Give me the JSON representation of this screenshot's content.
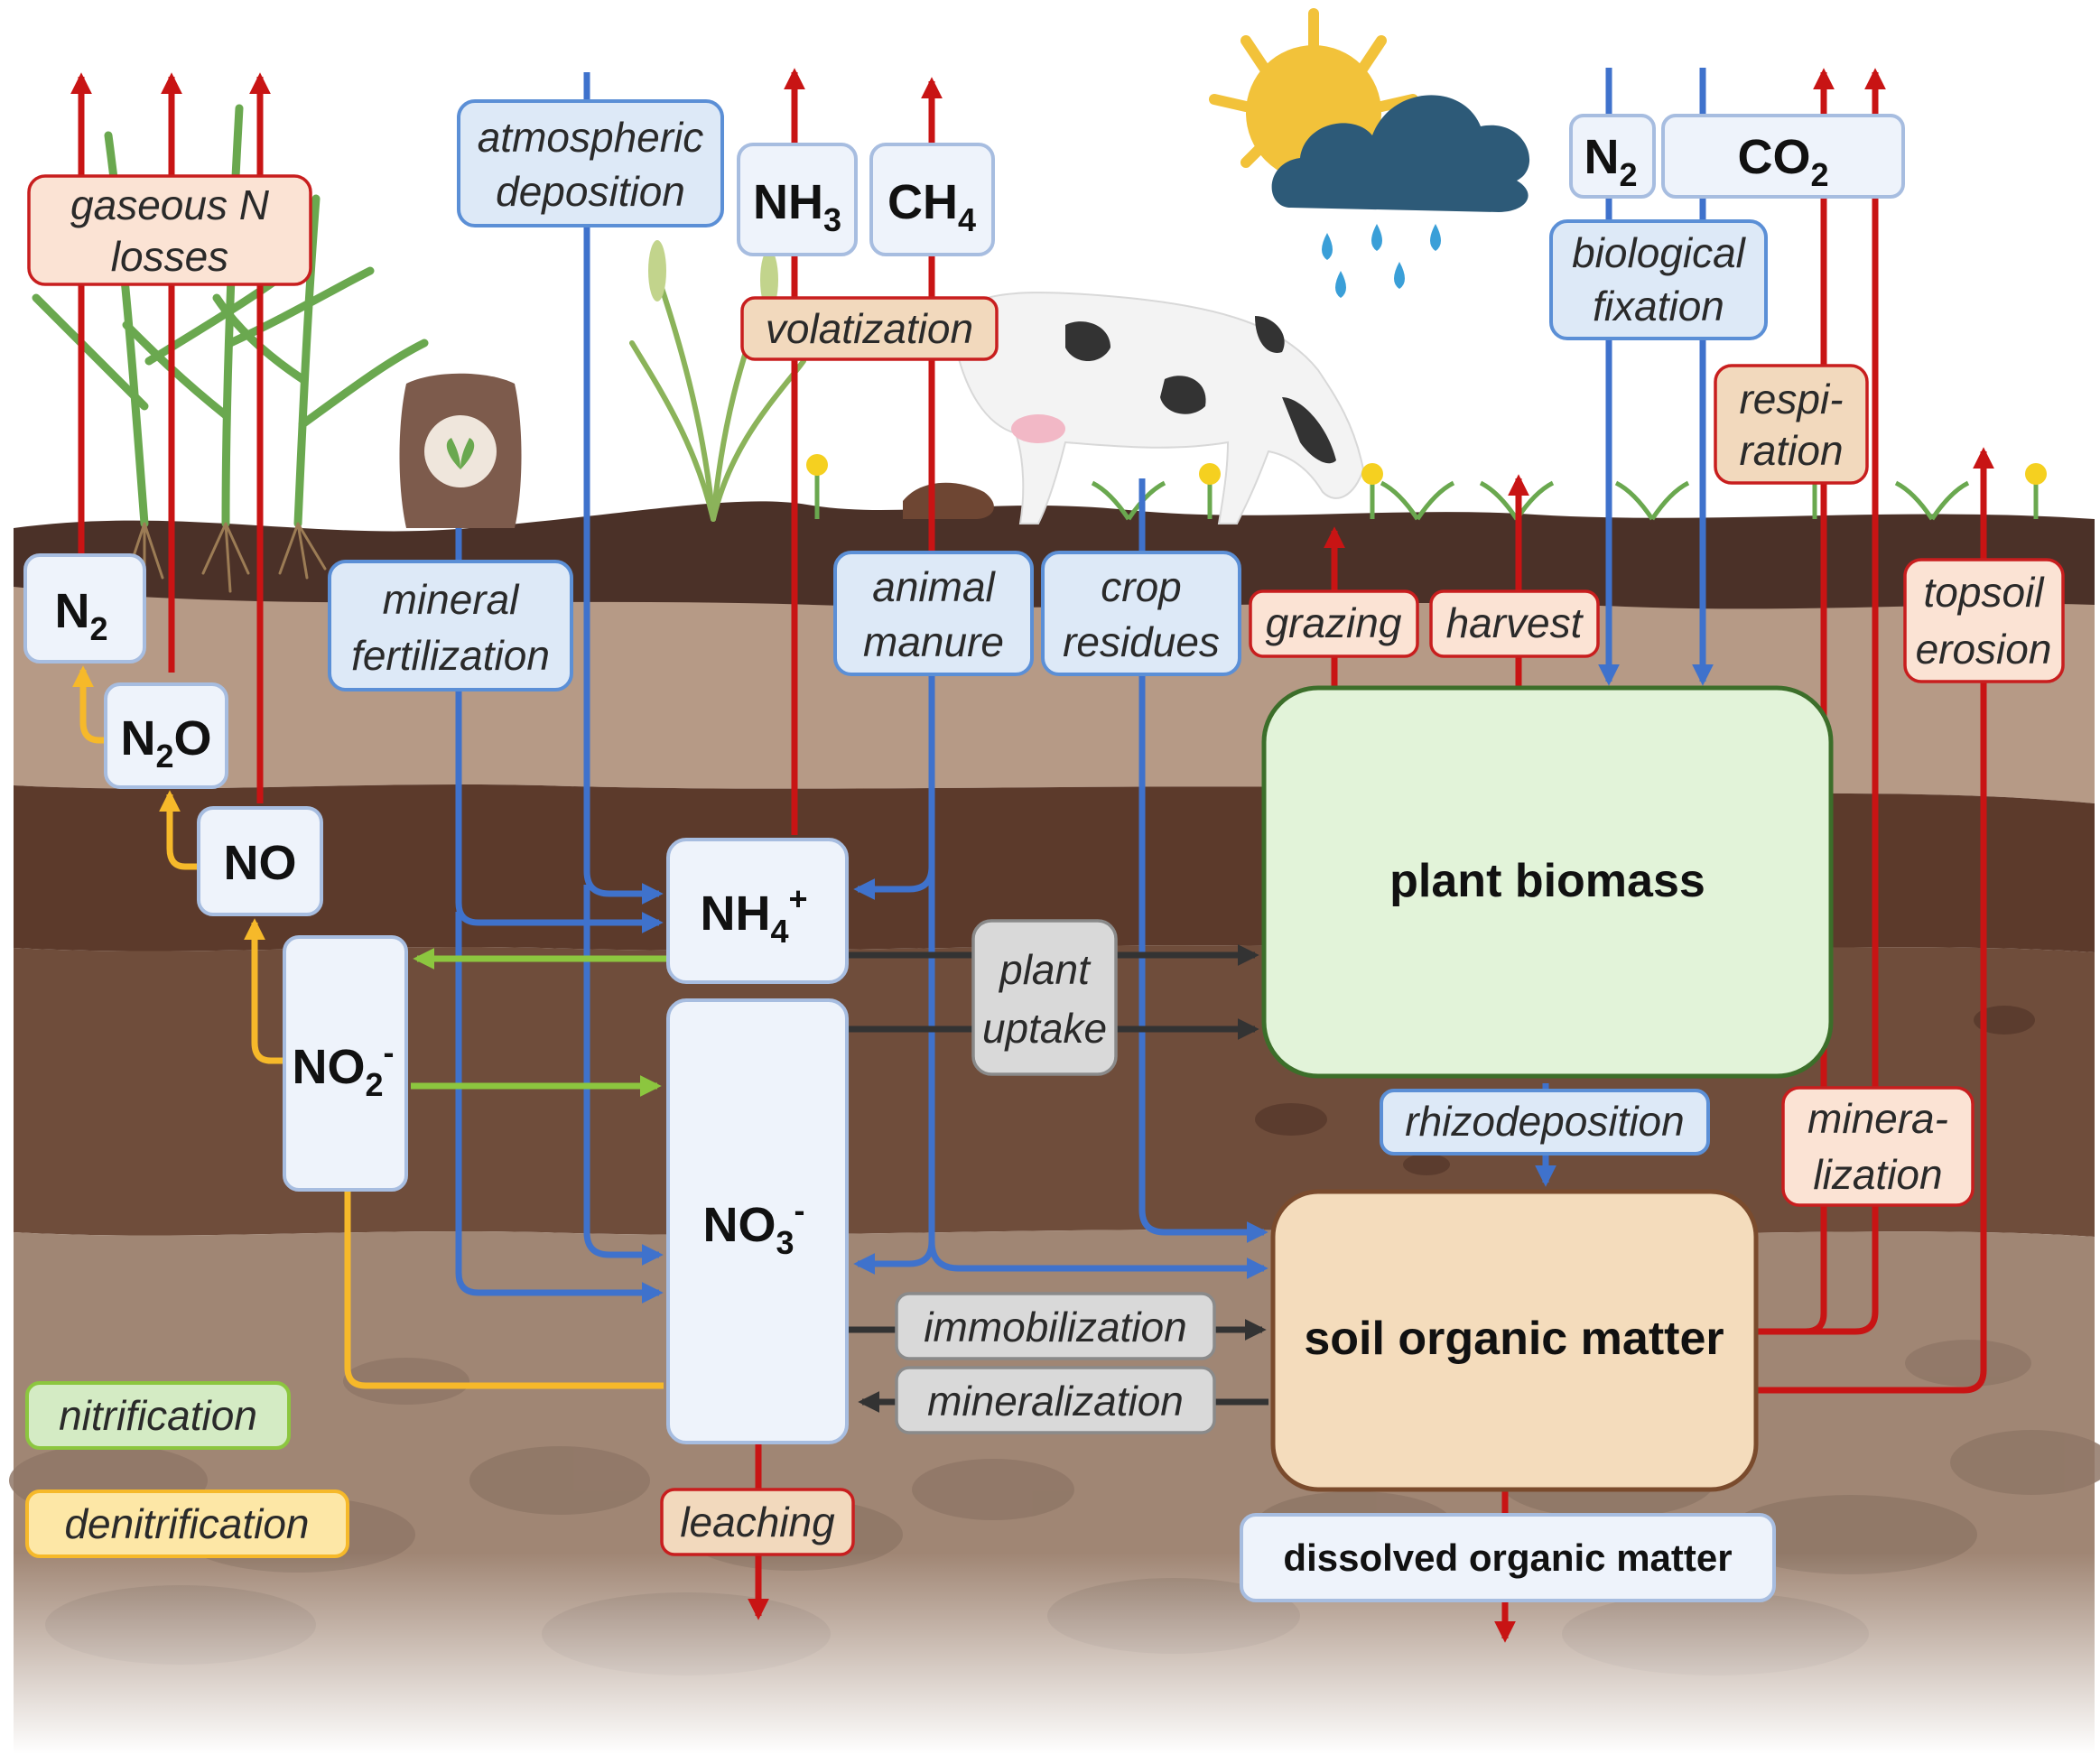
{
  "diagram": {
    "sources": {
      "gaseous_n_losses": [
        "gaseous N",
        "losses"
      ],
      "atmospheric_deposition": [
        "atmospheric",
        "deposition"
      ],
      "volatization": "volatization",
      "biological_fixation": [
        "biological",
        "fixation"
      ],
      "respiration": [
        "respi-",
        "ration"
      ]
    },
    "gases": {
      "nh3": {
        "base": "NH",
        "sub": "3"
      },
      "ch4": {
        "base": "CH",
        "sub": "4"
      },
      "n2_top": {
        "base": "N",
        "sub": "2"
      },
      "co2": {
        "base": "CO",
        "sub": "2"
      }
    },
    "nitrogen_species": {
      "n2": {
        "base": "N",
        "sub": "2"
      },
      "n2o": {
        "base": "N",
        "sub": "2",
        "tail": "O"
      },
      "no": "NO",
      "no2": {
        "base": "NO",
        "sub": "2",
        "sup": "-"
      },
      "nh4": {
        "base": "NH",
        "sub": "4",
        "sup": "+"
      },
      "no3": {
        "base": "NO",
        "sub": "3",
        "sup": "-"
      }
    },
    "inputs": {
      "mineral_fertilization": [
        "mineral",
        "fertilization"
      ],
      "animal_manure": [
        "animal",
        "manure"
      ],
      "crop_residues": [
        "crop",
        "residues"
      ]
    },
    "outputs": {
      "grazing": "grazing",
      "harvest": "harvest",
      "topsoil_erosion": [
        "topsoil",
        "erosion"
      ],
      "mineralization_right": [
        "minera-",
        "lization"
      ],
      "leaching": "leaching"
    },
    "processes": {
      "plant_uptake": [
        "plant",
        "uptake"
      ],
      "immobilization": "immobilization",
      "mineralization": "mineralization",
      "rhizodeposition": "rhizodeposition"
    },
    "pools": {
      "plant_biomass": "plant biomass",
      "soil_organic_matter": "soil organic matter",
      "dissolved_organic_matter": "dissolved organic matter"
    },
    "legend": {
      "nitrification": "nitrification",
      "denitrification": "denitrification"
    },
    "colors": {
      "loss_arrow": "#c81414",
      "input_arrow": "#3f72cc",
      "denitrification_arrow": "#f6b92a",
      "nitrification_arrow": "#8cc63f",
      "uptake_arrow": "#333333",
      "plant_biomass_fill": "#e2f3d9",
      "soil_organic_matter_fill": "#f4dcbc"
    },
    "icons": [
      "sun-icon",
      "rain-cloud-icon",
      "cow-icon",
      "fertilizer-bag-icon",
      "crop-plants-icon",
      "dandelion-icon"
    ]
  }
}
